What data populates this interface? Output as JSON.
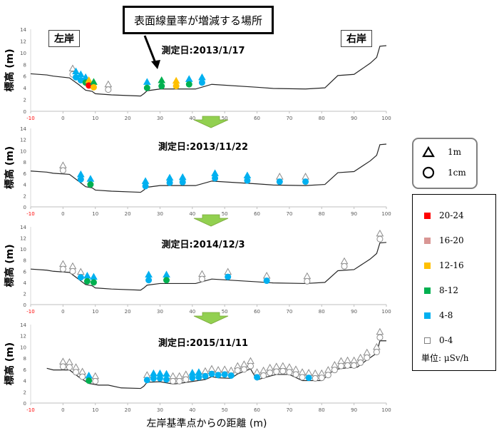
{
  "callout": "表面線量率が増減する場所",
  "banks": {
    "left": "左岸",
    "right": "右岸"
  },
  "legend_shape": [
    {
      "shape": "triangle",
      "label": "1m"
    },
    {
      "shape": "circle",
      "label": "1cm"
    }
  ],
  "legend_color": [
    {
      "label": "20-24",
      "color": "#ff0000"
    },
    {
      "label": "16-20",
      "color": "#d99694"
    },
    {
      "label": "12-16",
      "color": "#ffc000"
    },
    {
      "label": "8-12",
      "color": "#00b050"
    },
    {
      "label": "4-8",
      "color": "#00b0f0"
    },
    {
      "label": "0-4",
      "color": "#ffffff"
    }
  ],
  "unit": "単位:  μSv/h",
  "arrow_color": "#92d050",
  "chart_data": [
    {
      "type": "scatter",
      "title": "測定日:2013/1/17",
      "ylabel": "標高 (m)",
      "xlabel": "",
      "xlim": [
        -10,
        100
      ],
      "ylim": [
        0,
        14
      ],
      "xticks": [
        "-10",
        "0",
        "10",
        "20",
        "30",
        "40",
        "50",
        "60",
        "70",
        "80",
        "90",
        "100"
      ],
      "yticks": [
        "0",
        "2",
        "4",
        "6",
        "8",
        "10",
        "12",
        "14"
      ],
      "profile": [
        [
          -10,
          6.4
        ],
        [
          -5,
          6.2
        ],
        [
          -3,
          6.0
        ],
        [
          2,
          5.7
        ],
        [
          5,
          4.5
        ],
        [
          7,
          3.6
        ],
        [
          9,
          3.4
        ],
        [
          10,
          3.0
        ],
        [
          15,
          2.8
        ],
        [
          24,
          2.6
        ],
        [
          25,
          3.0
        ],
        [
          26,
          3.5
        ],
        [
          30,
          3.8
        ],
        [
          41,
          3.8
        ],
        [
          46,
          4.6
        ],
        [
          60,
          4.1
        ],
        [
          65,
          3.9
        ],
        [
          75,
          3.8
        ],
        [
          81,
          4.0
        ],
        [
          85,
          6.1
        ],
        [
          90,
          6.3
        ],
        [
          95,
          8.2
        ],
        [
          97,
          9.2
        ],
        [
          98,
          11.1
        ],
        [
          100,
          11.2
        ]
      ],
      "points_fields": [
        "x",
        "elev_1m",
        "class_1m",
        "elev_1cm",
        "class_1cm"
      ],
      "points": [
        [
          3,
          7.3,
          5,
          6.3,
          5
        ],
        [
          4,
          6.8,
          4,
          5.8,
          4
        ],
        [
          5.5,
          6.3,
          4,
          5.3,
          4
        ],
        [
          7,
          5.8,
          4,
          4.9,
          3
        ],
        [
          8,
          5.3,
          2,
          4.4,
          0
        ],
        [
          9.5,
          5.0,
          3,
          4.1,
          2
        ],
        [
          14,
          4.6,
          5,
          3.7,
          5
        ],
        [
          26,
          5.0,
          4,
          4.0,
          3
        ],
        [
          30.5,
          5.3,
          3,
          4.3,
          3
        ],
        [
          35,
          5.2,
          2,
          4.3,
          2
        ],
        [
          39,
          5.5,
          4,
          4.6,
          3
        ],
        [
          43,
          5.8,
          4,
          4.9,
          4
        ]
      ]
    },
    {
      "type": "scatter",
      "title": "測定日:2013/11/22",
      "ylabel": "標高 (m)",
      "xlabel": "",
      "xlim": [
        -10,
        100
      ],
      "ylim": [
        0,
        14
      ],
      "xticks": [
        "-10",
        "0",
        "10",
        "20",
        "30",
        "40",
        "50",
        "60",
        "70",
        "80",
        "90",
        "100"
      ],
      "yticks": [
        "0",
        "2",
        "4",
        "6",
        "8",
        "10",
        "12",
        "14"
      ],
      "profile": [
        [
          -10,
          6.4
        ],
        [
          -5,
          6.2
        ],
        [
          -3,
          6.0
        ],
        [
          2,
          5.8
        ],
        [
          5,
          4.5
        ],
        [
          7,
          3.6
        ],
        [
          9,
          3.4
        ],
        [
          10,
          3.0
        ],
        [
          15,
          2.8
        ],
        [
          24,
          2.6
        ],
        [
          25,
          3.0
        ],
        [
          26,
          3.5
        ],
        [
          30,
          3.8
        ],
        [
          41,
          3.8
        ],
        [
          46,
          4.6
        ],
        [
          60,
          4.1
        ],
        [
          65,
          3.9
        ],
        [
          75,
          3.8
        ],
        [
          81,
          4.0
        ],
        [
          85,
          6.1
        ],
        [
          90,
          6.3
        ],
        [
          95,
          8.2
        ],
        [
          97,
          9.2
        ],
        [
          98,
          11.1
        ],
        [
          100,
          11.2
        ]
      ],
      "points_fields": [
        "x",
        "elev_1m",
        "class_1m",
        "elev_1cm",
        "class_1cm"
      ],
      "points": [
        [
          0,
          7.4,
          5,
          6.5,
          5
        ],
        [
          5.5,
          5.8,
          4,
          4.9,
          4
        ],
        [
          8.5,
          5.0,
          4,
          4.0,
          3
        ],
        [
          25.5,
          4.6,
          4,
          3.7,
          4
        ],
        [
          33,
          5.2,
          4,
          4.3,
          4
        ],
        [
          37,
          5.3,
          4,
          4.4,
          4
        ],
        [
          47,
          6.0,
          4,
          5.1,
          4
        ],
        [
          57,
          5.6,
          4,
          4.7,
          4
        ],
        [
          67,
          5.4,
          5,
          4.5,
          4
        ],
        [
          75,
          5.4,
          5,
          4.5,
          4
        ]
      ]
    },
    {
      "type": "scatter",
      "title": "測定日:2014/12/3",
      "ylabel": "標高 (m)",
      "xlabel": "",
      "xlim": [
        -10,
        100
      ],
      "ylim": [
        0,
        14
      ],
      "xticks": [
        "-10",
        "0",
        "10",
        "20",
        "30",
        "40",
        "50",
        "60",
        "70",
        "80",
        "90",
        "100"
      ],
      "yticks": [
        "0",
        "2",
        "4",
        "6",
        "8",
        "10",
        "12",
        "14"
      ],
      "profile": [
        [
          -10,
          6.4
        ],
        [
          -5,
          6.2
        ],
        [
          -3,
          6.0
        ],
        [
          2,
          5.8
        ],
        [
          5,
          4.5
        ],
        [
          7,
          3.6
        ],
        [
          9,
          3.4
        ],
        [
          10,
          3.0
        ],
        [
          15,
          2.8
        ],
        [
          24,
          2.6
        ],
        [
          25,
          3.0
        ],
        [
          26,
          3.5
        ],
        [
          30,
          3.8
        ],
        [
          41,
          3.8
        ],
        [
          46,
          4.6
        ],
        [
          60,
          4.1
        ],
        [
          65,
          3.9
        ],
        [
          75,
          3.8
        ],
        [
          81,
          4.0
        ],
        [
          85,
          6.1
        ],
        [
          90,
          6.3
        ],
        [
          95,
          8.2
        ],
        [
          97,
          9.2
        ],
        [
          98,
          11.1
        ],
        [
          100,
          11.2
        ]
      ],
      "points_fields": [
        "x",
        "elev_1m",
        "class_1m",
        "elev_1cm",
        "class_1cm"
      ],
      "points": [
        [
          0,
          7.3,
          5,
          6.4,
          5
        ],
        [
          3,
          6.9,
          5,
          6.0,
          5
        ],
        [
          5.5,
          5.9,
          5,
          4.9,
          4
        ],
        [
          7.5,
          5.2,
          4,
          4.2,
          3
        ],
        [
          9.5,
          5.0,
          4,
          4.0,
          3
        ],
        [
          26.5,
          5.4,
          4,
          4.4,
          4
        ],
        [
          32,
          5.4,
          4,
          4.4,
          3
        ],
        [
          43,
          5.5,
          5,
          4.6,
          5
        ],
        [
          51,
          5.9,
          5,
          5.0,
          4
        ],
        [
          63,
          5.2,
          5,
          4.3,
          4
        ],
        [
          75.5,
          5.1,
          5,
          4.2,
          5
        ],
        [
          87,
          7.8,
          5,
          6.9,
          5
        ],
        [
          98,
          12.8,
          5,
          11.8,
          5
        ]
      ]
    },
    {
      "type": "scatter",
      "title": "測定日:2015/11/11",
      "ylabel": "標高 (m)",
      "xlabel": "左岸基準点からの距離 (m)",
      "xlim": [
        -10,
        100
      ],
      "ylim": [
        0,
        14
      ],
      "xticks": [
        "-10",
        "0",
        "10",
        "20",
        "30",
        "40",
        "50",
        "60",
        "70",
        "80",
        "90",
        "100"
      ],
      "yticks": [
        "0",
        "2",
        "4",
        "6",
        "8",
        "10",
        "12",
        "14"
      ],
      "profile": [
        [
          -5,
          6.2
        ],
        [
          -3,
          5.9
        ],
        [
          2,
          5.9
        ],
        [
          5,
          4.6
        ],
        [
          8,
          3.5
        ],
        [
          11,
          3.2
        ],
        [
          14,
          3.2
        ],
        [
          18,
          2.7
        ],
        [
          24,
          2.6
        ],
        [
          25,
          3.0
        ],
        [
          26,
          3.7
        ],
        [
          30,
          3.8
        ],
        [
          34,
          3.4
        ],
        [
          36,
          3.5
        ],
        [
          44,
          4.2
        ],
        [
          46,
          4.7
        ],
        [
          48,
          4.5
        ],
        [
          52,
          4.4
        ],
        [
          54,
          5.2
        ],
        [
          58,
          6.1
        ],
        [
          60,
          4.1
        ],
        [
          62,
          4.5
        ],
        [
          66,
          5.1
        ],
        [
          70,
          5.1
        ],
        [
          74,
          4.0
        ],
        [
          80,
          4.0
        ],
        [
          84,
          6.0
        ],
        [
          88,
          6.3
        ],
        [
          91,
          6.4
        ],
        [
          94,
          7.7
        ],
        [
          97,
          8.9
        ],
        [
          98,
          11.1
        ],
        [
          100,
          11.1
        ]
      ],
      "points_fields": [
        "x",
        "elev_1m",
        "class_1m",
        "elev_1cm",
        "class_1cm"
      ],
      "points": [
        [
          0,
          7.4,
          5,
          6.5,
          5
        ],
        [
          2,
          7.3,
          5,
          6.4,
          5
        ],
        [
          4,
          6.4,
          5,
          5.5,
          5
        ],
        [
          6,
          5.6,
          5,
          4.7,
          5
        ],
        [
          8,
          4.9,
          4,
          4.0,
          3
        ],
        [
          10,
          4.8,
          5,
          3.9,
          5
        ],
        [
          26,
          5.0,
          5,
          4.1,
          4
        ],
        [
          28,
          5.3,
          4,
          4.4,
          4
        ],
        [
          30,
          5.3,
          4,
          4.4,
          4
        ],
        [
          32,
          5.2,
          4,
          4.2,
          4
        ],
        [
          34,
          4.8,
          5,
          3.9,
          5
        ],
        [
          36,
          4.8,
          5,
          3.9,
          5
        ],
        [
          38,
          5.1,
          5,
          4.2,
          5
        ],
        [
          40,
          5.4,
          4,
          4.5,
          4
        ],
        [
          42,
          5.5,
          4,
          4.6,
          4
        ],
        [
          44,
          5.7,
          5,
          4.8,
          4
        ],
        [
          46,
          6.1,
          5,
          5.2,
          4
        ],
        [
          48,
          5.9,
          5,
          5.0,
          4
        ],
        [
          50,
          6.0,
          5,
          5.1,
          4
        ],
        [
          52,
          5.8,
          5,
          4.9,
          4
        ],
        [
          54,
          6.6,
          5,
          5.8,
          5
        ],
        [
          56,
          6.9,
          5,
          6.0,
          5
        ],
        [
          58,
          7.5,
          5,
          6.6,
          5
        ],
        [
          60,
          5.5,
          5,
          4.6,
          4
        ],
        [
          62,
          5.8,
          5,
          4.9,
          5
        ],
        [
          64,
          6.3,
          5,
          5.4,
          5
        ],
        [
          66,
          6.5,
          5,
          5.6,
          5
        ],
        [
          68,
          6.6,
          5,
          5.7,
          5
        ],
        [
          70,
          6.4,
          5,
          5.5,
          5
        ],
        [
          72,
          6.0,
          5,
          5.1,
          5
        ],
        [
          74,
          5.5,
          5,
          4.6,
          5
        ],
        [
          76,
          5.4,
          5,
          4.5,
          4
        ],
        [
          78,
          5.3,
          5,
          4.4,
          5
        ],
        [
          80,
          5.3,
          5,
          4.5,
          5
        ],
        [
          82,
          5.9,
          5,
          5.0,
          5
        ],
        [
          84,
          6.8,
          5,
          5.9,
          5
        ],
        [
          86,
          7.5,
          5,
          6.6,
          5
        ],
        [
          88,
          7.6,
          5,
          6.7,
          5
        ],
        [
          90,
          7.6,
          5,
          6.7,
          5
        ],
        [
          92,
          8.1,
          5,
          7.2,
          5
        ],
        [
          94,
          9.0,
          5,
          8.1,
          5
        ],
        [
          97,
          10.0,
          5,
          9.1,
          5
        ],
        [
          98,
          12.7,
          5,
          11.7,
          5
        ]
      ]
    }
  ]
}
